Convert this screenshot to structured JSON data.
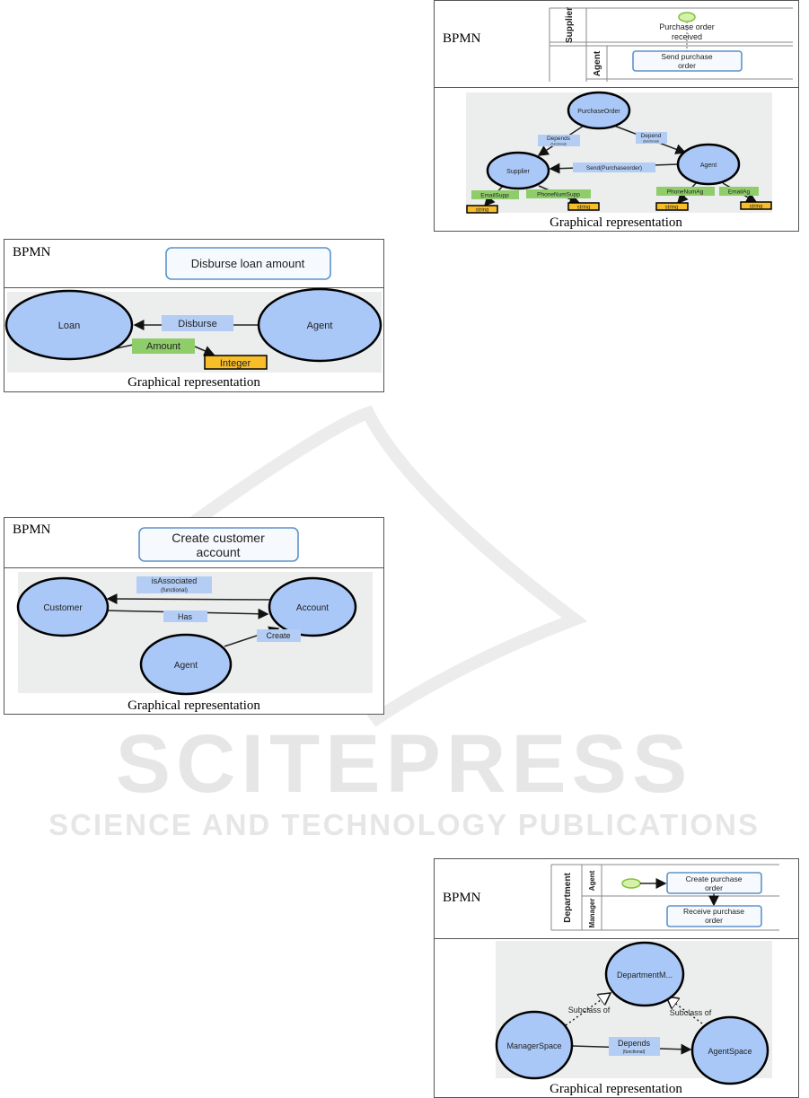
{
  "watermark": {
    "title": "SCITEPRESS",
    "subtitle": "SCIENCE AND TECHNOLOGY PUBLICATIONS"
  },
  "common": {
    "bpmn_label": "BPMN",
    "caption": "Graphical representation"
  },
  "figure_loan": {
    "task": "Disburse loan amount",
    "nodes": {
      "loan": "Loan",
      "agent": "Agent"
    },
    "relation": "Disburse",
    "attribute": "Amount",
    "datatype": "Integer"
  },
  "figure_customer": {
    "task_line1": "Create customer",
    "task_line2": "account",
    "nodes": {
      "customer": "Customer",
      "account": "Account",
      "agent": "Agent"
    },
    "relations": {
      "is_associated": "isAssociated",
      "is_associated_note": "(functional)",
      "has": "Has",
      "create": "Create"
    }
  },
  "figure_purchase": {
    "lanes": {
      "supplier": "Supplier",
      "agent": "Agent"
    },
    "start_event_line1": "Purchase order",
    "start_event_line2": "received",
    "task_line1": "Send purchase",
    "task_line2": "order",
    "nodes": {
      "purchase_order": "PurchaseOrder",
      "supplier": "Supplier",
      "agent": "Agent"
    },
    "relations": {
      "depends": "Depends",
      "depends_note": "(functional)",
      "depend": "Depend",
      "depend_note": "(functional)",
      "send": "Send(Purchaseorder)"
    },
    "attributes": {
      "email_supp": "EmailSupp",
      "phone_num_supp": "PhoneNumSupp",
      "phone_num_ag": "PhoneNumAg",
      "email_ag": "EmailAg"
    },
    "datatype": "string"
  },
  "figure_department": {
    "pool": "Department",
    "lanes": {
      "agent": "Agent",
      "manager": "Manager"
    },
    "task1_line1": "Create  purchase",
    "task1_line2": "order",
    "task2_line1": "Receive purchase",
    "task2_line2": "order",
    "nodes": {
      "department": "DepartmentM...",
      "manager_space": "ManagerSpace",
      "agent_space": "AgentSpace"
    },
    "relations": {
      "subclass_left": "Subclass of",
      "subclass_right": "Subclass of",
      "depends": "Depends",
      "depends_note": "(functional)"
    }
  }
}
